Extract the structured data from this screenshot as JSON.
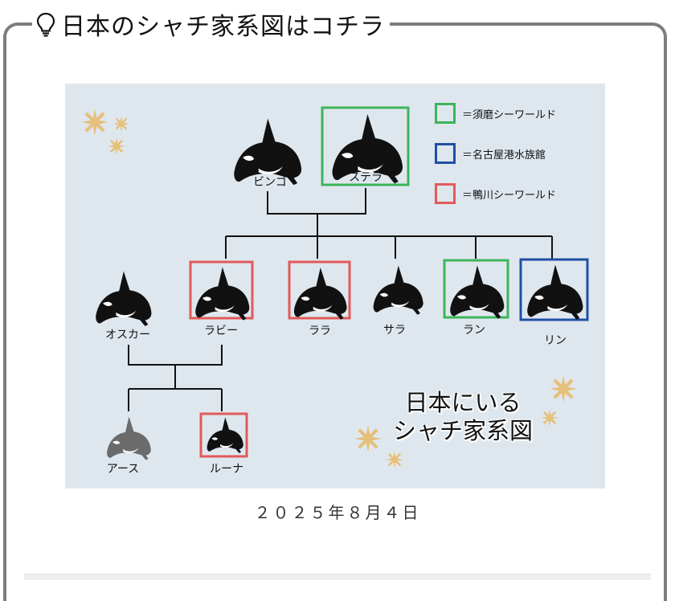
{
  "heading": {
    "icon": "lightbulb-icon",
    "text": "日本のシャチ家系図はコチラ"
  },
  "legend": [
    {
      "label": "＝須磨シーワールド",
      "color": "#3cb55a"
    },
    {
      "label": "＝名古屋港水族館",
      "color": "#1f4fa6"
    },
    {
      "label": "＝鴨川シーワールド",
      "color": "#e25a5a"
    }
  ],
  "orcas": {
    "bingo": "ビンゴ",
    "stella": "ステラ",
    "oscar": "オスカー",
    "rabi": "ラビー",
    "lara": "ララ",
    "sara": "サラ",
    "ran": "ラン",
    "rin": "リン",
    "earth": "アース",
    "luna": "ルーナ"
  },
  "title": {
    "line1": "日本にいる",
    "line2": "シャチ家系図"
  },
  "date": "２０２５年８月４日"
}
